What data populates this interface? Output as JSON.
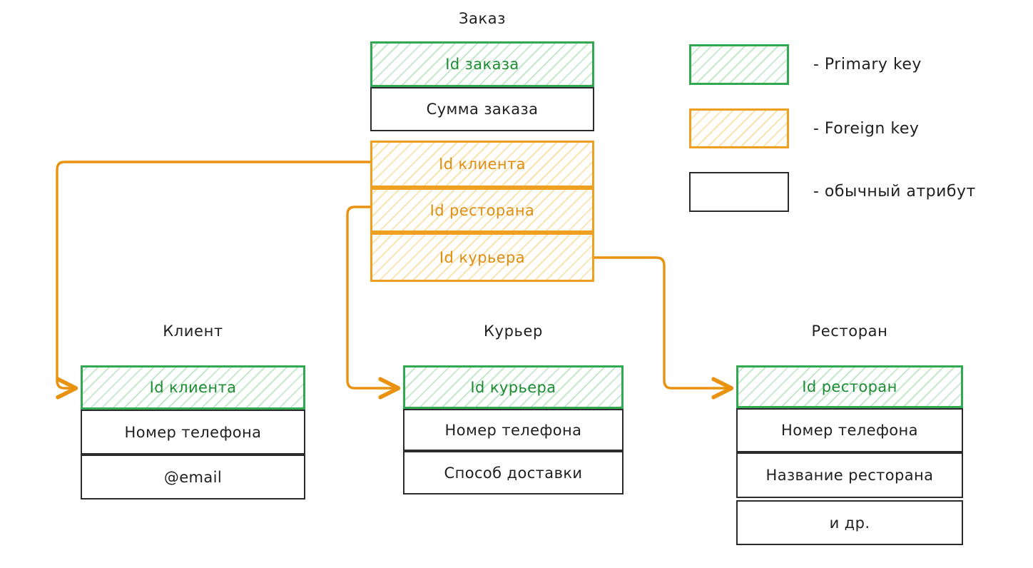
{
  "diagram": {
    "title_text": "",
    "colors": {
      "primary_key": "#32a852",
      "primary_key_text": "#1e8b35",
      "foreign_key": "#f0a020",
      "foreign_key_text": "#e08e10",
      "plain_border": "#2b2b2b",
      "text": "#1f1f1f",
      "connector": "#e8920f",
      "background": "#ffffff"
    }
  },
  "tables": {
    "order": {
      "title": "Заказ",
      "rows": [
        {
          "label": "Id заказа",
          "kind": "pk"
        },
        {
          "label": "Сумма заказа",
          "kind": "plain"
        },
        {
          "label": "Id клиента",
          "kind": "fk"
        },
        {
          "label": "Id ресторана",
          "kind": "fk"
        },
        {
          "label": "Id курьера",
          "kind": "fk"
        }
      ]
    },
    "client": {
      "title": "Клиент",
      "rows": [
        {
          "label": "Id клиента",
          "kind": "pk"
        },
        {
          "label": "Номер телефона",
          "kind": "plain"
        },
        {
          "label": "@email",
          "kind": "plain"
        }
      ]
    },
    "courier": {
      "title": "Курьер",
      "rows": [
        {
          "label": "Id курьера",
          "kind": "pk"
        },
        {
          "label": "Номер телефона",
          "kind": "plain"
        },
        {
          "label": "Способ доставки",
          "kind": "plain"
        }
      ]
    },
    "restaurant": {
      "title": "Ресторан",
      "rows": [
        {
          "label": "Id ресторан",
          "kind": "pk"
        },
        {
          "label": "Номер телефона",
          "kind": "plain"
        },
        {
          "label": "Название ресторана",
          "kind": "plain"
        },
        {
          "label": "и др.",
          "kind": "plain"
        }
      ]
    }
  },
  "legend": {
    "items": [
      {
        "swatch": "pk",
        "label": "- Primary key"
      },
      {
        "swatch": "fk",
        "label": "- Foreign key"
      },
      {
        "swatch": "plain",
        "label": "- обычный атрибут"
      }
    ]
  },
  "relations": [
    {
      "from": "order.Id клиента",
      "to": "client.Id клиента"
    },
    {
      "from": "order.Id ресторана",
      "to": "courier.Id курьера"
    },
    {
      "from": "order.Id курьера",
      "to": "restaurant.Id ресторан"
    }
  ]
}
